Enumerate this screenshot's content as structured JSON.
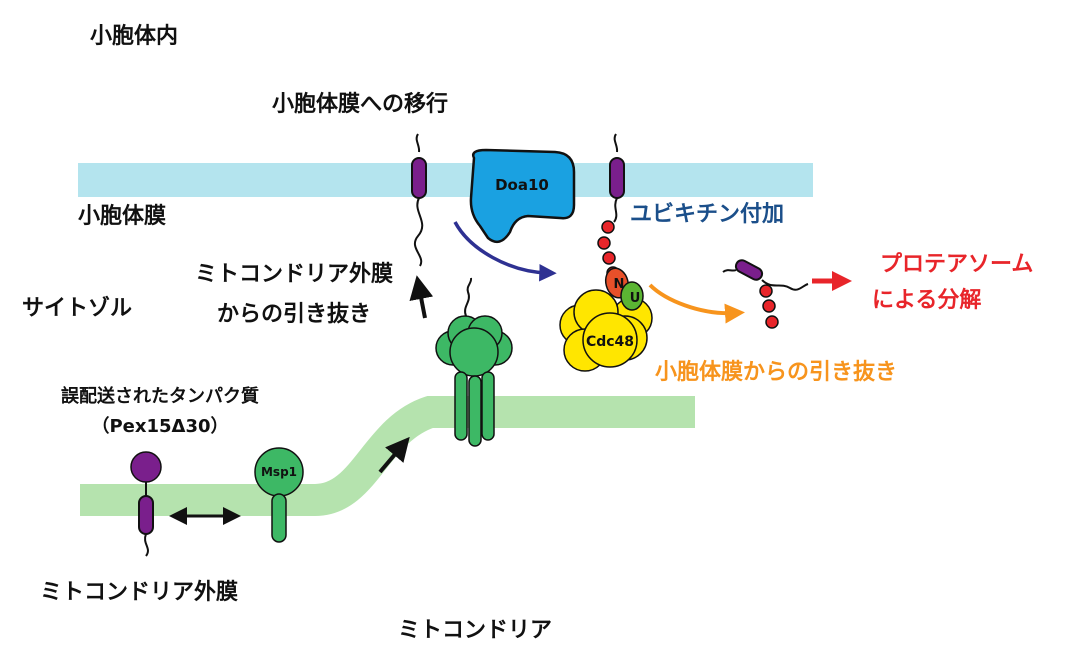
{
  "labels": {
    "peroxisome_interior": "小胞体内",
    "peroxisome_membrane": "小胞体膜",
    "translocation": "小胞体膜への移行",
    "cytosol": "サイトゾル",
    "mito_extraction_line1": "ミトコンドリア外膜",
    "mito_extraction_line2": "からの引き抜き",
    "mistargeted_line1": "誤配送されたタンパク質",
    "mistargeted_line2": "（Pex15Δ30）",
    "mito_outer_membrane": "ミトコンドリア外膜",
    "mitochondria": "ミトコンドリア",
    "ubiquitination": "ユビキチン付加",
    "er_extraction": "小胞体膜からの引き抜き",
    "proteasome_line1": "プロテアソーム",
    "proteasome_line2": "による分解"
  },
  "proteins": {
    "doa10": "Doa10",
    "msp1": "Msp1",
    "cdc48": "Cdc48",
    "n_domain": "N",
    "u_domain": "U"
  },
  "colors": {
    "membrane_blue": "#b4e4ee",
    "membrane_green": "#b5e3ae",
    "doa10": "#1aa1e1",
    "msp1": "#3db865",
    "cdc48": "#ffe600",
    "pex15": "#7a1f8c",
    "ubiquitin": "#e8252a",
    "n_domain": "#e8502a",
    "u_domain": "#5bb533",
    "arrow_purple": "#2e3192",
    "arrow_orange": "#f7941d",
    "arrow_red": "#e8252a",
    "text_blue": "#1b4f8a",
    "text_orange": "#f7941d",
    "text_red": "#e8252a"
  }
}
